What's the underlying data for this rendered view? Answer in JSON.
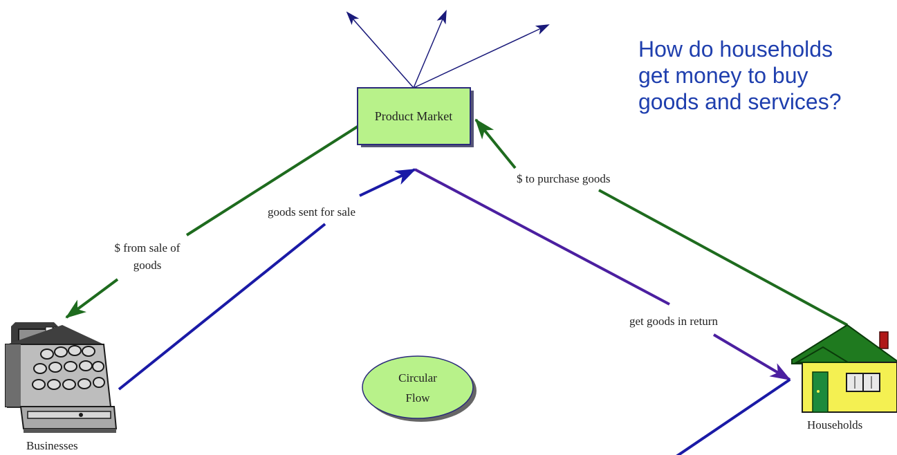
{
  "nodes": {
    "product_market": "Product Market",
    "circular_flow": [
      "Circular",
      "Flow"
    ],
    "businesses": "Businesses",
    "households": "Households"
  },
  "flows": {
    "from_sale": [
      "$ from sale of",
      "goods"
    ],
    "goods_sent": "goods sent for sale",
    "to_purchase": "$ to purchase goods",
    "get_goods": "get goods in return"
  },
  "question": [
    "How do households",
    "get money to buy",
    "goods and services?"
  ],
  "colors": {
    "money_arrow": "#1e6b1e",
    "goods_arrow": "#1a1aa6",
    "return_arrow": "#4b1fa0",
    "top_arrow": "#1a1a7a",
    "node_fill": "#b8f28a",
    "node_border": "#2a2a7a",
    "question_text": "#1f3fae"
  },
  "icons": {
    "businesses": "cash-register-icon",
    "households": "house-icon"
  }
}
